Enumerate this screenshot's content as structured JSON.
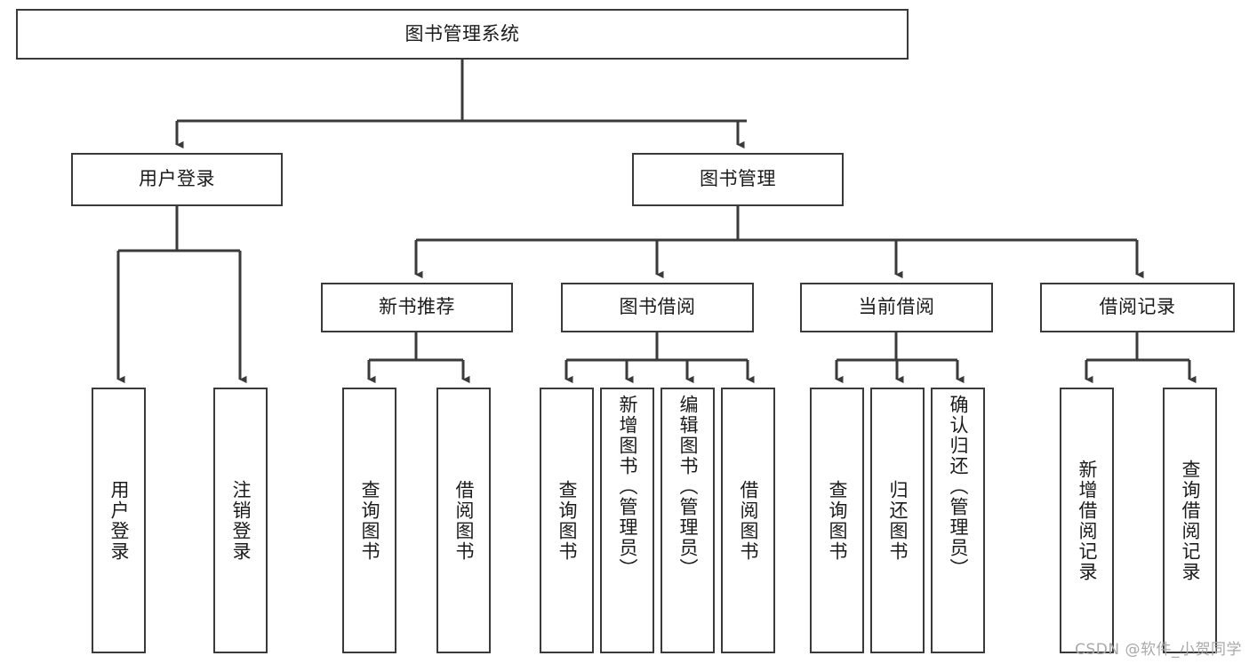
{
  "diagram": {
    "title": "图书管理系统",
    "type": "hierarchy-tree",
    "watermark": "CSDN @软件_小贺同学",
    "colors": {
      "stroke": "#3a3a3a",
      "fill": "#ffffff",
      "text": "#1b1b1b",
      "watermark": "#a9a9a9"
    },
    "levels": {
      "root": {
        "label": "图书管理系统"
      },
      "level2": [
        {
          "label": "用户登录"
        },
        {
          "label": "图书管理"
        }
      ],
      "level3": [
        {
          "label": "新书推荐"
        },
        {
          "label": "图书借阅"
        },
        {
          "label": "当前借阅"
        },
        {
          "label": "借阅记录"
        }
      ],
      "leaves": {
        "user_login": [
          {
            "label": "用户登录"
          },
          {
            "label": "注销登录"
          }
        ],
        "new_book_recommend": [
          {
            "label": "查询图书"
          },
          {
            "label": "借阅图书"
          }
        ],
        "book_borrow": [
          {
            "label": "查询图书"
          },
          {
            "label": "新增图书（管理员）"
          },
          {
            "label": "编辑图书（管理员）"
          },
          {
            "label": "借阅图书"
          }
        ],
        "current_borrow": [
          {
            "label": "查询图书"
          },
          {
            "label": "归还图书"
          },
          {
            "label": "确认归还（管理员）"
          }
        ],
        "borrow_record": [
          {
            "label": "新增借阅记录"
          },
          {
            "label": "查询借阅记录"
          }
        ]
      }
    }
  }
}
